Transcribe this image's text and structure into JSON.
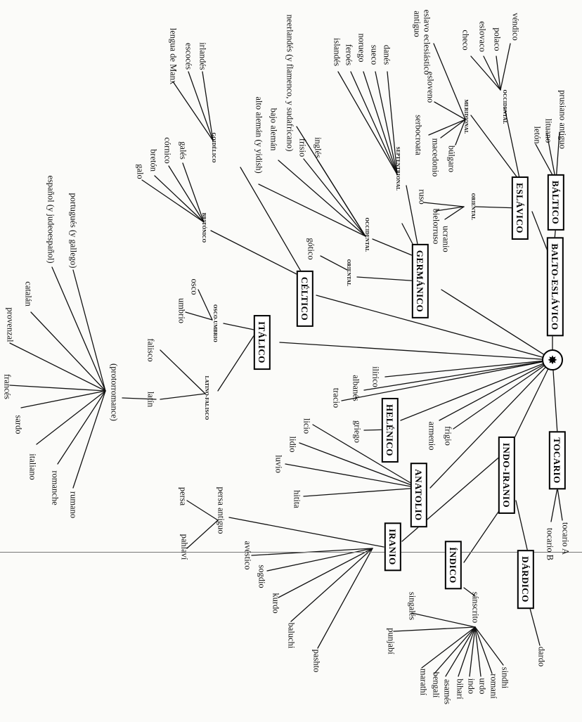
{
  "diagram": {
    "root": {
      "symbol": "✸"
    },
    "families": {
      "balto_eslavico": "BALTO-ESLÁVICO",
      "baltico": "BÁLTICO",
      "eslavico": "ESLÁVICO",
      "germanico": "GERMÁNICO",
      "celtico": "CÉLTICO",
      "italico": "ITÁLICO",
      "helenico": "HELÉNICO",
      "anatolio": "ANATOLIO",
      "indo_iranio": "INDO-IRANIO",
      "tocario": "TOCARIO",
      "iranio": "IRANIO",
      "indico": "ÍNDICO",
      "dardico": "DÁRDICO"
    },
    "subgroups": {
      "occidental_eslavo": "OCCIDENTAL",
      "meridional": "MERIDIONAL",
      "oriental_eslavo": "ORIENTAL",
      "septentrional": "SEPTENTRIONAL",
      "occidental_germ": "OCCIDENTAL",
      "oriental_germ": "ORIENTAL",
      "goidelico": "GOIDÉLICO",
      "britonico": "BRITÓNICO",
      "osco_umbrio": "OSCO-UMBRIO",
      "latino_falisco": "LATINO-FALISCO"
    },
    "languages": {
      "vendico": "véndico",
      "polaco": "polaco",
      "eslovaco": "eslovaco",
      "checo": "checo",
      "eslavo_ecl": "eslavo eclesiástico",
      "eslavo_ecl2": "antiguo",
      "esloveno": "esloveno",
      "serbocroata": "serbocroata",
      "macedonio": "macedonio",
      "bulgaro": "búlgaro",
      "ruso": "ruso",
      "bielorruso": "bielorruso",
      "ucranio": "ucranio",
      "prusiano": "prusiano antiguo",
      "lituano": "lituano",
      "leton": "letón",
      "danes": "danés",
      "sueco": "sueco",
      "noruego": "noruego",
      "feroes": "feroés",
      "islandes": "islandés",
      "neerlandes": "neerlandés (y flamenco, y sudafricano)",
      "bajo_aleman": "bajo alemán",
      "alto_aleman": "alto alemán (y yidish)",
      "ingles": "inglés",
      "frisio": "frisio",
      "gotico": "gótico",
      "irlandes": "irlandés",
      "escoces": "escocés",
      "manx": "lengua de Manx",
      "gales": "galés",
      "cornico": "córnico",
      "breton": "bretón",
      "galo": "galo",
      "osco": "osco",
      "umbrio": "umbrio",
      "falisco": "falisco",
      "latin": "latín",
      "protorromance": "(protorromance)",
      "portugues": "portugués (y gallego)",
      "espanol": "español (y judeoespañol)",
      "catalan": "catalán",
      "provenzal": "provenzal",
      "frances": "francés",
      "sardo": "sardo",
      "italiano": "italiano",
      "romanche": "romanche",
      "rumano": "rumano",
      "ilirio": "ilírico",
      "albanes": "albanés",
      "tracio": "tracio",
      "griego": "griego",
      "frigio": "frigio",
      "armenio": "armenio",
      "licio": "licio",
      "lidio": "lidio",
      "luvio": "luvio",
      "hitita": "hitita",
      "tocario_a": "tocario A",
      "tocario_b": "tocario B",
      "persa": "persa",
      "persa_antiguo": "persa antiguo",
      "pahlavi": "pahlaví",
      "avestico": "avéstico",
      "sogdio": "sogdio",
      "kurdo": "kurdo",
      "baluchi": "baluchi",
      "pashto": "pashto",
      "sanscrito": "sánscrito",
      "singales": "singalés",
      "punjabi": "punjabí",
      "marathi": "marathí",
      "bengali": "bengalí",
      "asames": "asamés",
      "bihari": "biharí",
      "indo": "indo",
      "urdu": "urdo",
      "romani": "romaní",
      "sindhi": "sindhi",
      "dardo": "dardo"
    }
  }
}
